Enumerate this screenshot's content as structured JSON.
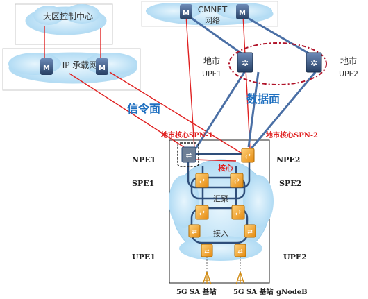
{
  "clouds": {
    "region_control": "大区控制中心",
    "ip_bearer": "IP 承载网",
    "cmnet": "CMNET",
    "cmnet_sub": "网络",
    "core": "核心",
    "aggregation": "汇聚",
    "access": "接入"
  },
  "upf": {
    "upf1_city": "地市",
    "upf1_name": "UPF1",
    "upf2_city": "地市",
    "upf2_name": "UPF2"
  },
  "planes": {
    "signaling": "信令面",
    "data": "数据面"
  },
  "spn": {
    "spn1": "地市核心SPN-1",
    "spn2": "地市核心SPN-2"
  },
  "node_labels": {
    "npe1": "NPE1",
    "npe2": "NPE2",
    "spe1": "SPE1",
    "spe2": "SPE2",
    "upe1": "UPE1",
    "upe2": "UPE2"
  },
  "base_stations": {
    "left": "5G SA 基站",
    "right": "5G SA 基站",
    "right_suffix": "gNodeB"
  },
  "colors": {
    "cloud_fill": "#bfe3f8",
    "link_blue": "#4a6fa5",
    "signaling_red": "#e02020",
    "router_blue": "#2f4e7a",
    "switch_orange": "#f3a020",
    "upf_ellipse": "#b0142a",
    "plane_label_blue": "#1f70c0"
  }
}
